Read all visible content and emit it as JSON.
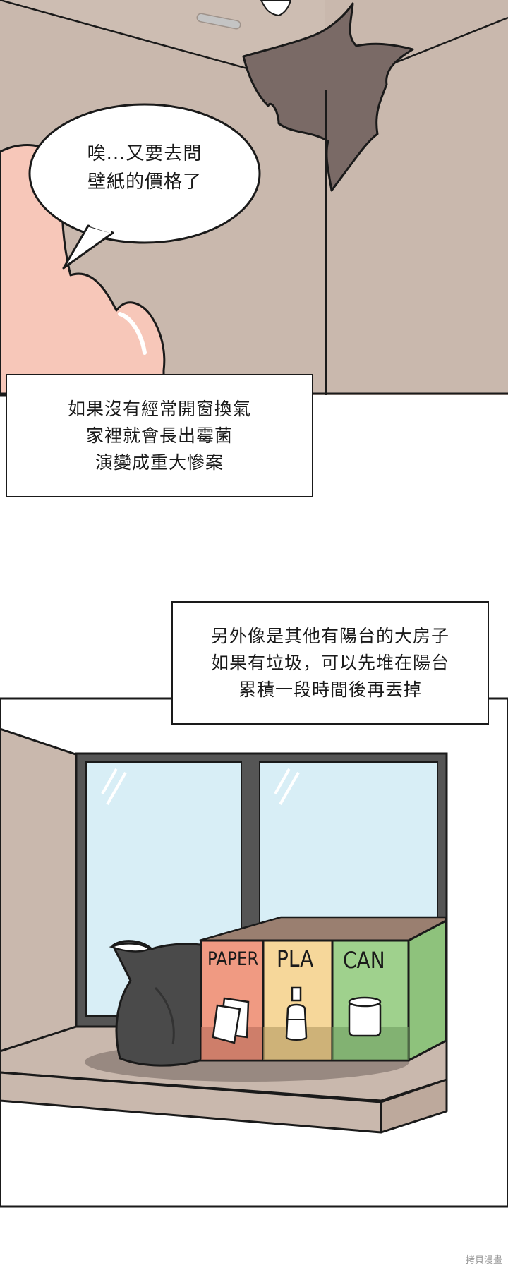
{
  "panel1": {
    "speech_bubble": {
      "lines": [
        "唉...又要去問",
        "壁紙的價格了"
      ]
    },
    "caption": {
      "lines": [
        "如果沒有經常開窗換氣",
        "家裡就會長出霉菌",
        "演變成重大慘案"
      ]
    }
  },
  "panel2": {
    "caption": {
      "lines": [
        "另外像是其他有陽台的大房子",
        "如果有垃圾，可以先堆在陽台",
        "累積一段時間後再丟掉"
      ]
    },
    "bins": {
      "paper": "PAPER",
      "plastic": "PLA",
      "can": "CAN"
    }
  },
  "watermark": "拷貝漫畫",
  "colors": {
    "wall": "#c9b8ad",
    "mold": "#7a6a66",
    "skin": "#f7c7b9",
    "window_glass": "#d8eef6",
    "window_frame": "#555555",
    "paper_bin": "#f09a82",
    "plastic_bin": "#f6d79a",
    "can_bin": "#9fd18d",
    "trash_bag": "#4a4a4a"
  }
}
